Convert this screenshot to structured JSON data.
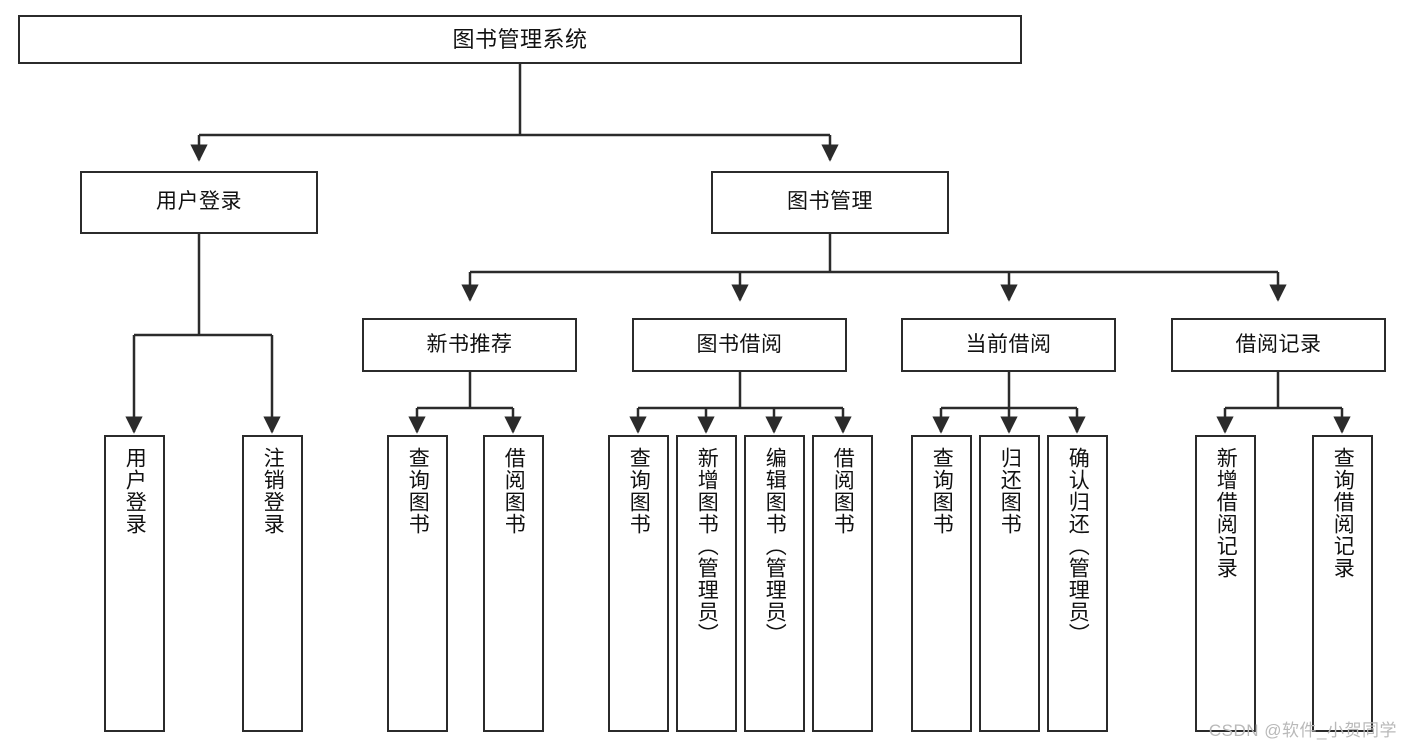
{
  "diagram": {
    "type": "hierarchy-tree",
    "title": "图书管理系统",
    "orientation": "top-down",
    "colors": {
      "box_border": "#2b2b2b",
      "box_fill": "#ffffff",
      "connector": "#2b2b2b",
      "text": "#111111",
      "watermark": "#b9b9b9",
      "background": "#ffffff"
    },
    "levels": [
      {
        "level": 1,
        "nodes": [
          {
            "id": "root",
            "label": "图书管理系统",
            "text_direction": "horizontal"
          }
        ]
      },
      {
        "level": 2,
        "nodes": [
          {
            "id": "user-login",
            "label": "用户登录",
            "text_direction": "horizontal",
            "parent": "root"
          },
          {
            "id": "book-management",
            "label": "图书管理",
            "text_direction": "horizontal",
            "parent": "root"
          }
        ]
      },
      {
        "level": 3,
        "nodes": [
          {
            "id": "new-book-recommend",
            "label": "新书推荐",
            "text_direction": "horizontal",
            "parent": "book-management"
          },
          {
            "id": "book-borrow",
            "label": "图书借阅",
            "text_direction": "horizontal",
            "parent": "book-management"
          },
          {
            "id": "current-borrow",
            "label": "当前借阅",
            "text_direction": "horizontal",
            "parent": "book-management"
          },
          {
            "id": "borrow-record",
            "label": "借阅记录",
            "text_direction": "horizontal",
            "parent": "book-management"
          }
        ]
      },
      {
        "level": 4,
        "nodes": [
          {
            "id": "leaf-user-login",
            "label": "用户登录",
            "text_direction": "vertical",
            "parent": "user-login"
          },
          {
            "id": "leaf-logout",
            "label": "注销登录",
            "text_direction": "vertical",
            "parent": "user-login"
          },
          {
            "id": "leaf-query-book-1",
            "label": "查询图书",
            "text_direction": "vertical",
            "parent": "new-book-recommend"
          },
          {
            "id": "leaf-borrow-book-1",
            "label": "借阅图书",
            "text_direction": "vertical",
            "parent": "new-book-recommend"
          },
          {
            "id": "leaf-query-book-2",
            "label": "查询图书",
            "text_direction": "vertical",
            "parent": "book-borrow"
          },
          {
            "id": "leaf-add-book",
            "label": "新增图书（管理员）",
            "text_direction": "vertical",
            "parent": "book-borrow"
          },
          {
            "id": "leaf-edit-book",
            "label": "编辑图书（管理员）",
            "text_direction": "vertical",
            "parent": "book-borrow"
          },
          {
            "id": "leaf-borrow-book-2",
            "label": "借阅图书",
            "text_direction": "vertical",
            "parent": "book-borrow"
          },
          {
            "id": "leaf-query-book-3",
            "label": "查询图书",
            "text_direction": "vertical",
            "parent": "current-borrow"
          },
          {
            "id": "leaf-return-book",
            "label": "归还图书",
            "text_direction": "vertical",
            "parent": "current-borrow"
          },
          {
            "id": "leaf-confirm-return",
            "label": "确认归还（管理员）",
            "text_direction": "vertical",
            "parent": "current-borrow"
          },
          {
            "id": "leaf-add-record",
            "label": "新增借阅记录",
            "text_direction": "vertical",
            "parent": "borrow-record"
          },
          {
            "id": "leaf-query-record",
            "label": "查询借阅记录",
            "text_direction": "vertical",
            "parent": "borrow-record"
          }
        ]
      }
    ]
  },
  "watermark": {
    "text": "CSDN @软件_小贺同学"
  }
}
